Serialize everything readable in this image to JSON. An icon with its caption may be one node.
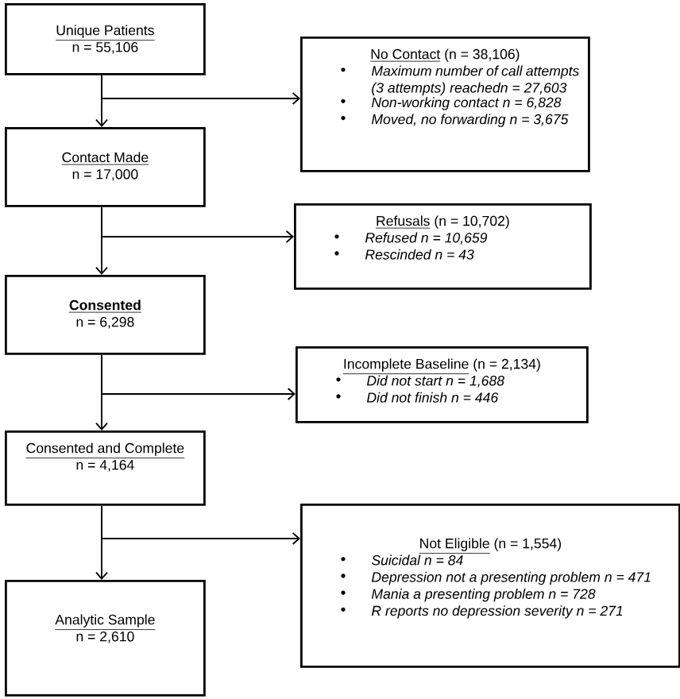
{
  "diagram": {
    "nodes": [
      {
        "text": [
          "Unique Patients",
          "n = 55,106"
        ]
      },
      {
        "text": [
          "Contact Made",
          "n = 17,000"
        ]
      },
      {
        "text": [
          "Consented",
          "n = 6,298"
        ]
      },
      {
        "text": [
          "Consented and Complete",
          "n = 4,164"
        ]
      },
      {
        "text": [
          "Analytic Sample",
          "n = 2,610"
        ]
      },
      {
        "text": [
          "No Contact",
          "(n = 38,106)",
          "Maximum number of call attempts (3 attempts) reachedn = 27,603",
          "Non-working contact n = 6,828",
          "Moved, no forwarding n = 3,675"
        ]
      },
      {
        "text": [
          "Refusals",
          "(n = 10,702)",
          "Refused n = 10,659",
          "Rescinded n = 43"
        ]
      },
      {
        "text": [
          "Incomplete Baseline",
          "(n = 2,134)",
          "Did not start n = 1,688",
          "Did not finish n = 446"
        ]
      },
      {
        "text": [
          "Not Eligible",
          "(n = 1,554)",
          "Suicidal n = 84",
          "Depression not a presenting problem n = 471",
          "Mania a presenting problem n = 728",
          "R reports no depression severity n = 271"
        ]
      }
    ],
    "edges": [
      {
        "from": 0,
        "to": 1,
        "arrow": "to"
      },
      {
        "from": 0,
        "to": 5,
        "arrow": "to"
      },
      {
        "from": 1,
        "to": 2,
        "arrow": "to"
      },
      {
        "from": 1,
        "to": 6,
        "arrow": "to"
      },
      {
        "from": 2,
        "to": 3,
        "arrow": "to"
      },
      {
        "from": 2,
        "to": 7,
        "arrow": "to"
      },
      {
        "from": 3,
        "to": 4,
        "arrow": "to"
      },
      {
        "from": 3,
        "to": 8,
        "arrow": "to"
      }
    ]
  }
}
